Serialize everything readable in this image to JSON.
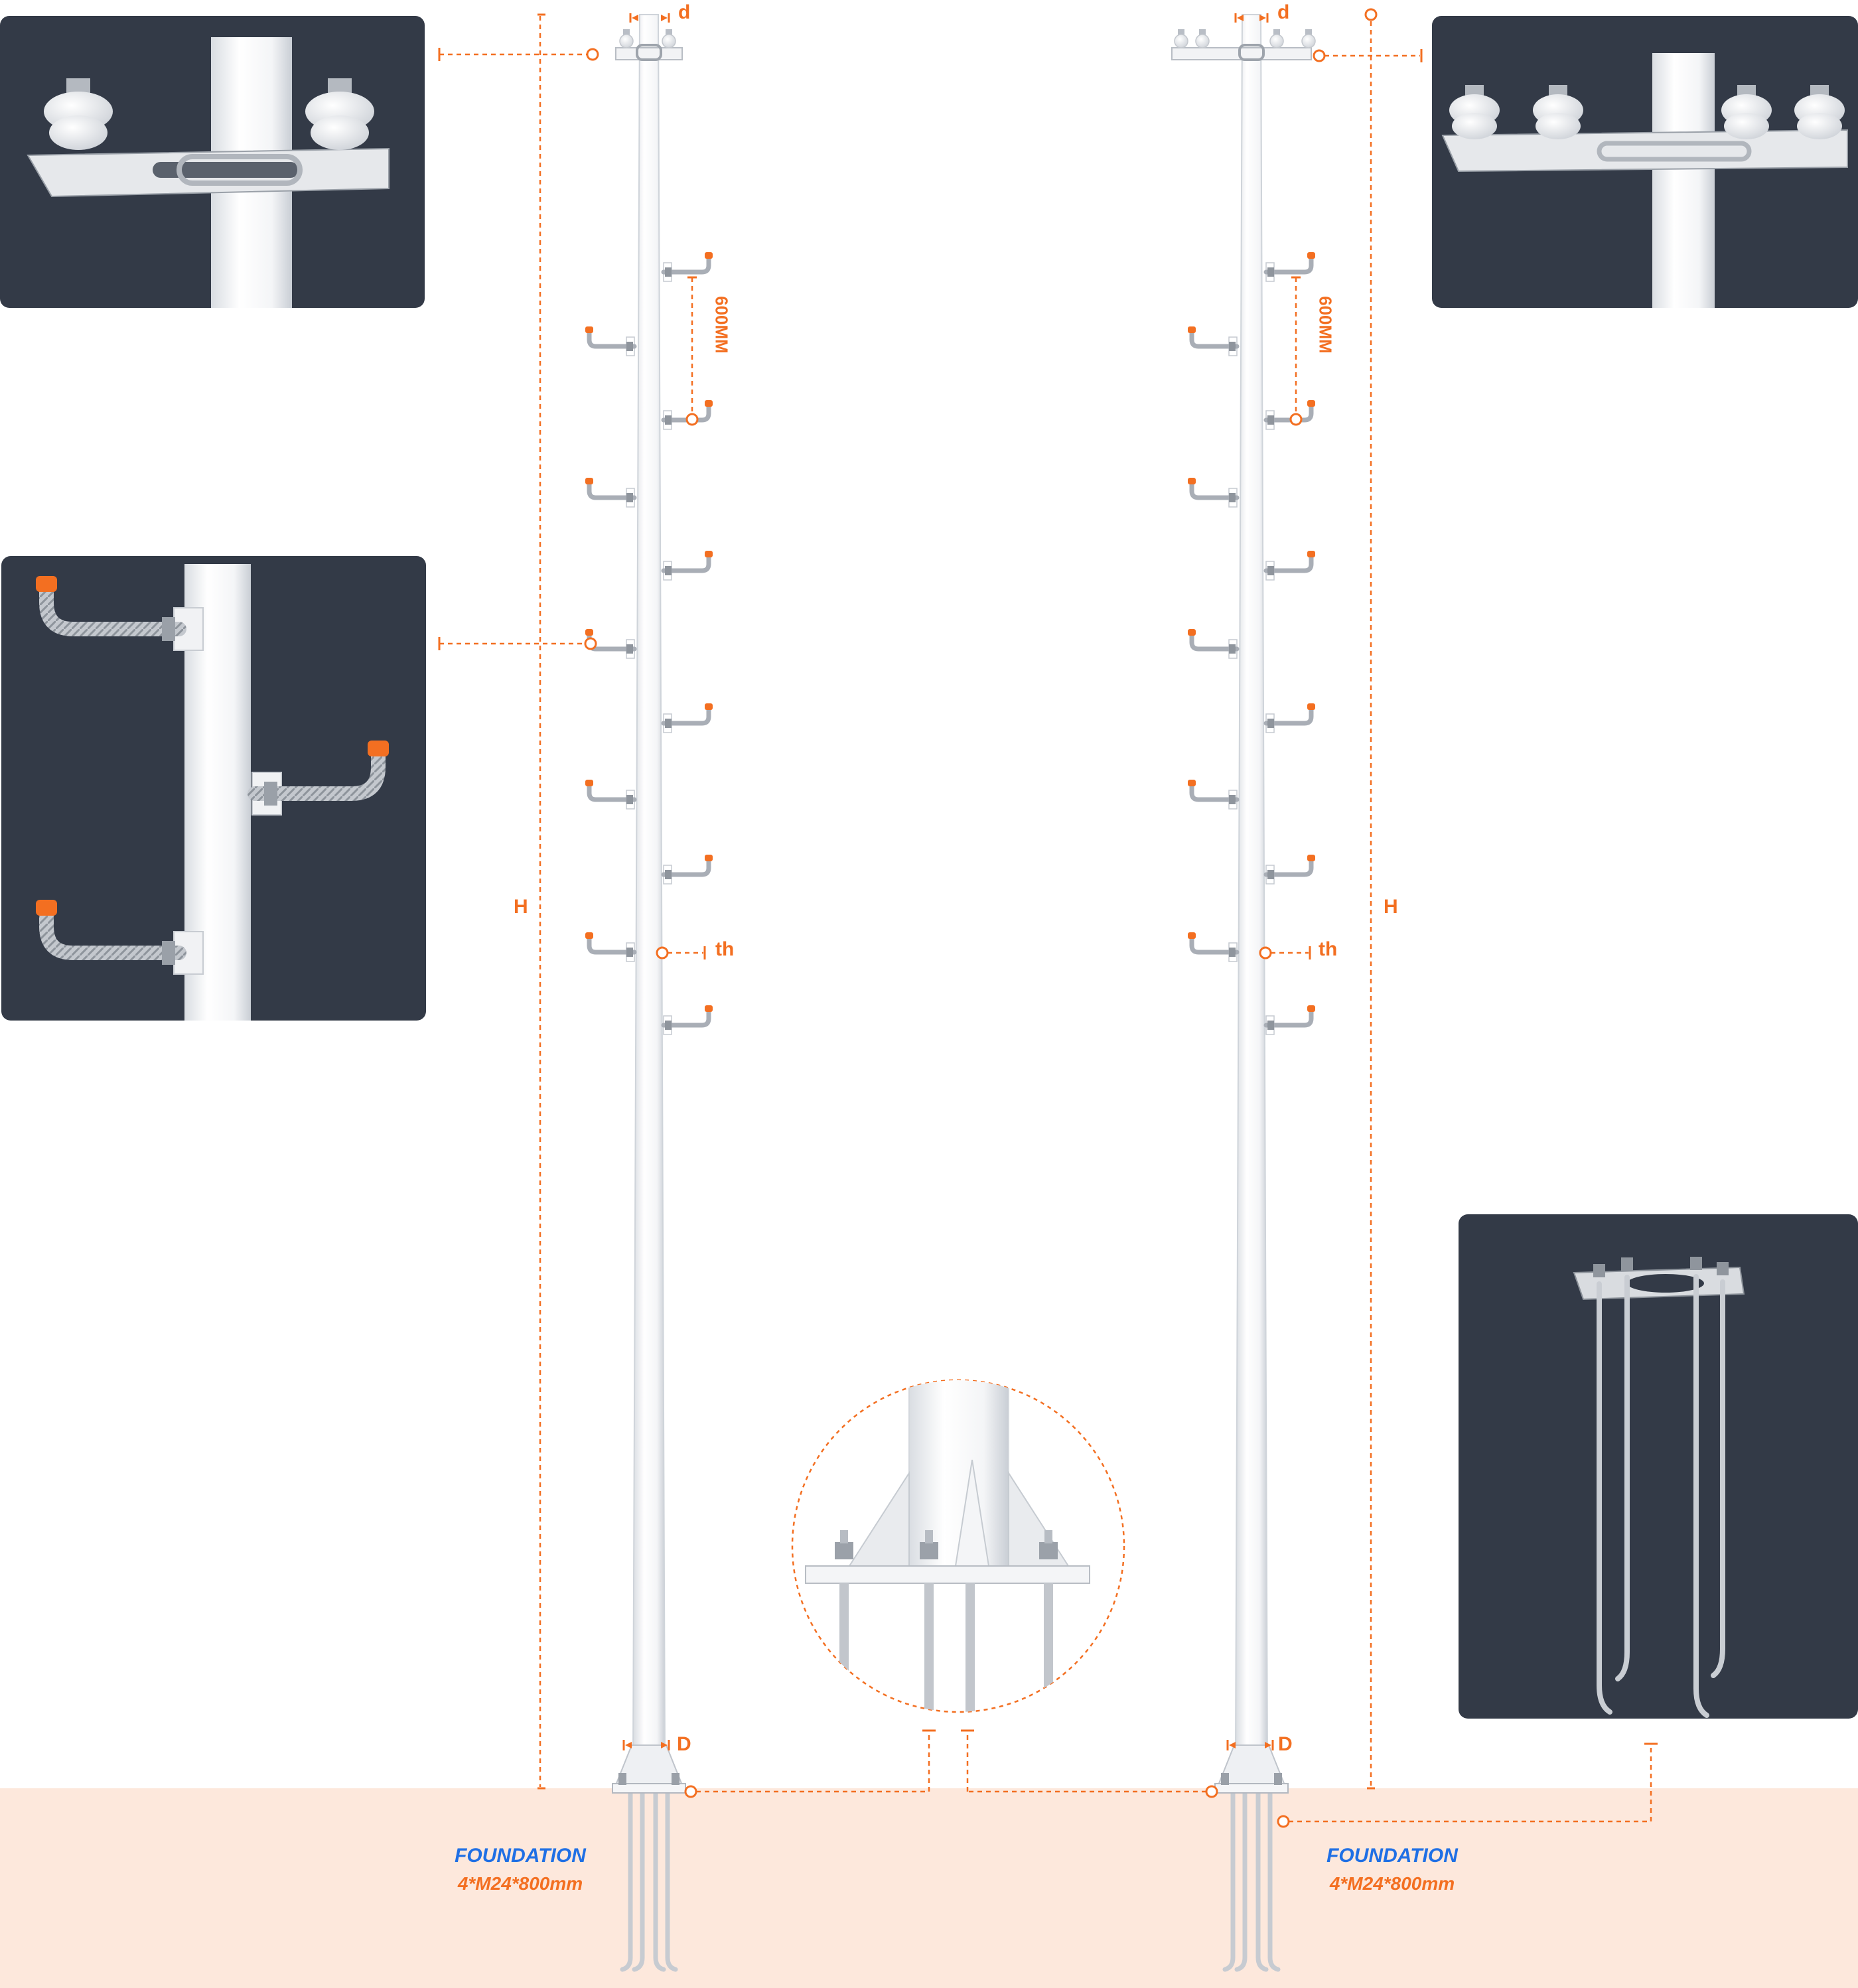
{
  "colors": {
    "accent": "#f36f21",
    "panel_bg": "#333a47",
    "ground": "#fde8dc",
    "pole": "#ffffff",
    "foundation_title": "#1f6fe5"
  },
  "labels": {
    "top_diameter": "d",
    "base_diameter": "D",
    "height": "H",
    "thickness": "th",
    "step_spacing": "600MM"
  },
  "foundation": {
    "title": "FOUNDATION",
    "spec": "4*M24*800mm"
  },
  "icons": {
    "insulator": "insulator-icon",
    "step_bolt": "step-bolt-icon",
    "anchor_cage": "anchor-bolt-cage-icon",
    "base_plate": "base-plate-icon"
  }
}
